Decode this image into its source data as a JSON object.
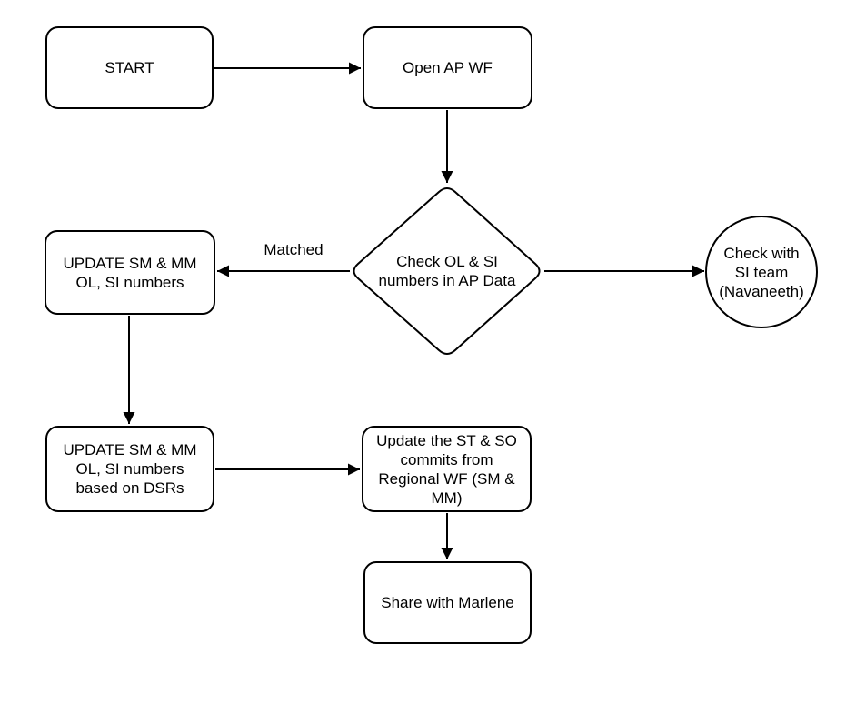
{
  "diagram": {
    "type": "flowchart",
    "background_color": "#ffffff",
    "stroke_color": "#000000",
    "text_color": "#000000"
  },
  "nodes": {
    "start": {
      "label": "START",
      "shape": "rounded-rect"
    },
    "open_ap_wf": {
      "label": "Open AP WF",
      "shape": "rounded-rect"
    },
    "decision": {
      "label": "Check OL & SI\nnumbers in AP Data",
      "shape": "diamond"
    },
    "update_sm_mm": {
      "label": "UPDATE SM & MM\nOL, SI numbers",
      "shape": "rounded-rect"
    },
    "check_si_team": {
      "label": "Check with\nSI team\n(Navaneeth)",
      "shape": "circle"
    },
    "update_dsrs": {
      "label": "UPDATE SM & MM\nOL, SI numbers\nbased on DSRs",
      "shape": "rounded-rect"
    },
    "update_st_so": {
      "label": "Update the ST & SO\ncommits from\nRegional WF (SM &\nMM)",
      "shape": "rounded-rect"
    },
    "share_marlene": {
      "label": "Share with Marlene",
      "shape": "rounded-rect"
    }
  },
  "edges": {
    "matched_label": "Matched",
    "connections": [
      {
        "from": "start",
        "to": "open_ap_wf"
      },
      {
        "from": "open_ap_wf",
        "to": "decision"
      },
      {
        "from": "decision",
        "to": "update_sm_mm",
        "label": "Matched"
      },
      {
        "from": "decision",
        "to": "check_si_team"
      },
      {
        "from": "update_sm_mm",
        "to": "update_dsrs"
      },
      {
        "from": "update_dsrs",
        "to": "update_st_so"
      },
      {
        "from": "update_st_so",
        "to": "share_marlene"
      }
    ]
  }
}
